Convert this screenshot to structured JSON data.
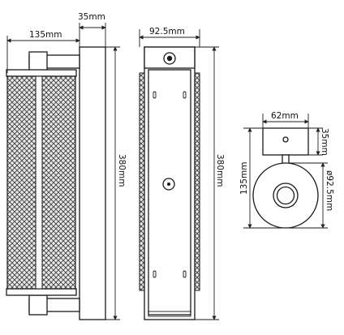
{
  "colors": {
    "line": "#1a1a1a",
    "dimension": "#222222",
    "background": "#ffffff"
  },
  "side_view": {
    "width_label": "135mm",
    "depth_label": "35mm",
    "height_label": "380mm"
  },
  "front_view": {
    "width_label": "92.5mm",
    "height_label": "380mm"
  },
  "top_view": {
    "width_label": "62mm",
    "depth_label": "35mm",
    "height_label": "135mm",
    "diameter_label": "ø92.5mm"
  }
}
